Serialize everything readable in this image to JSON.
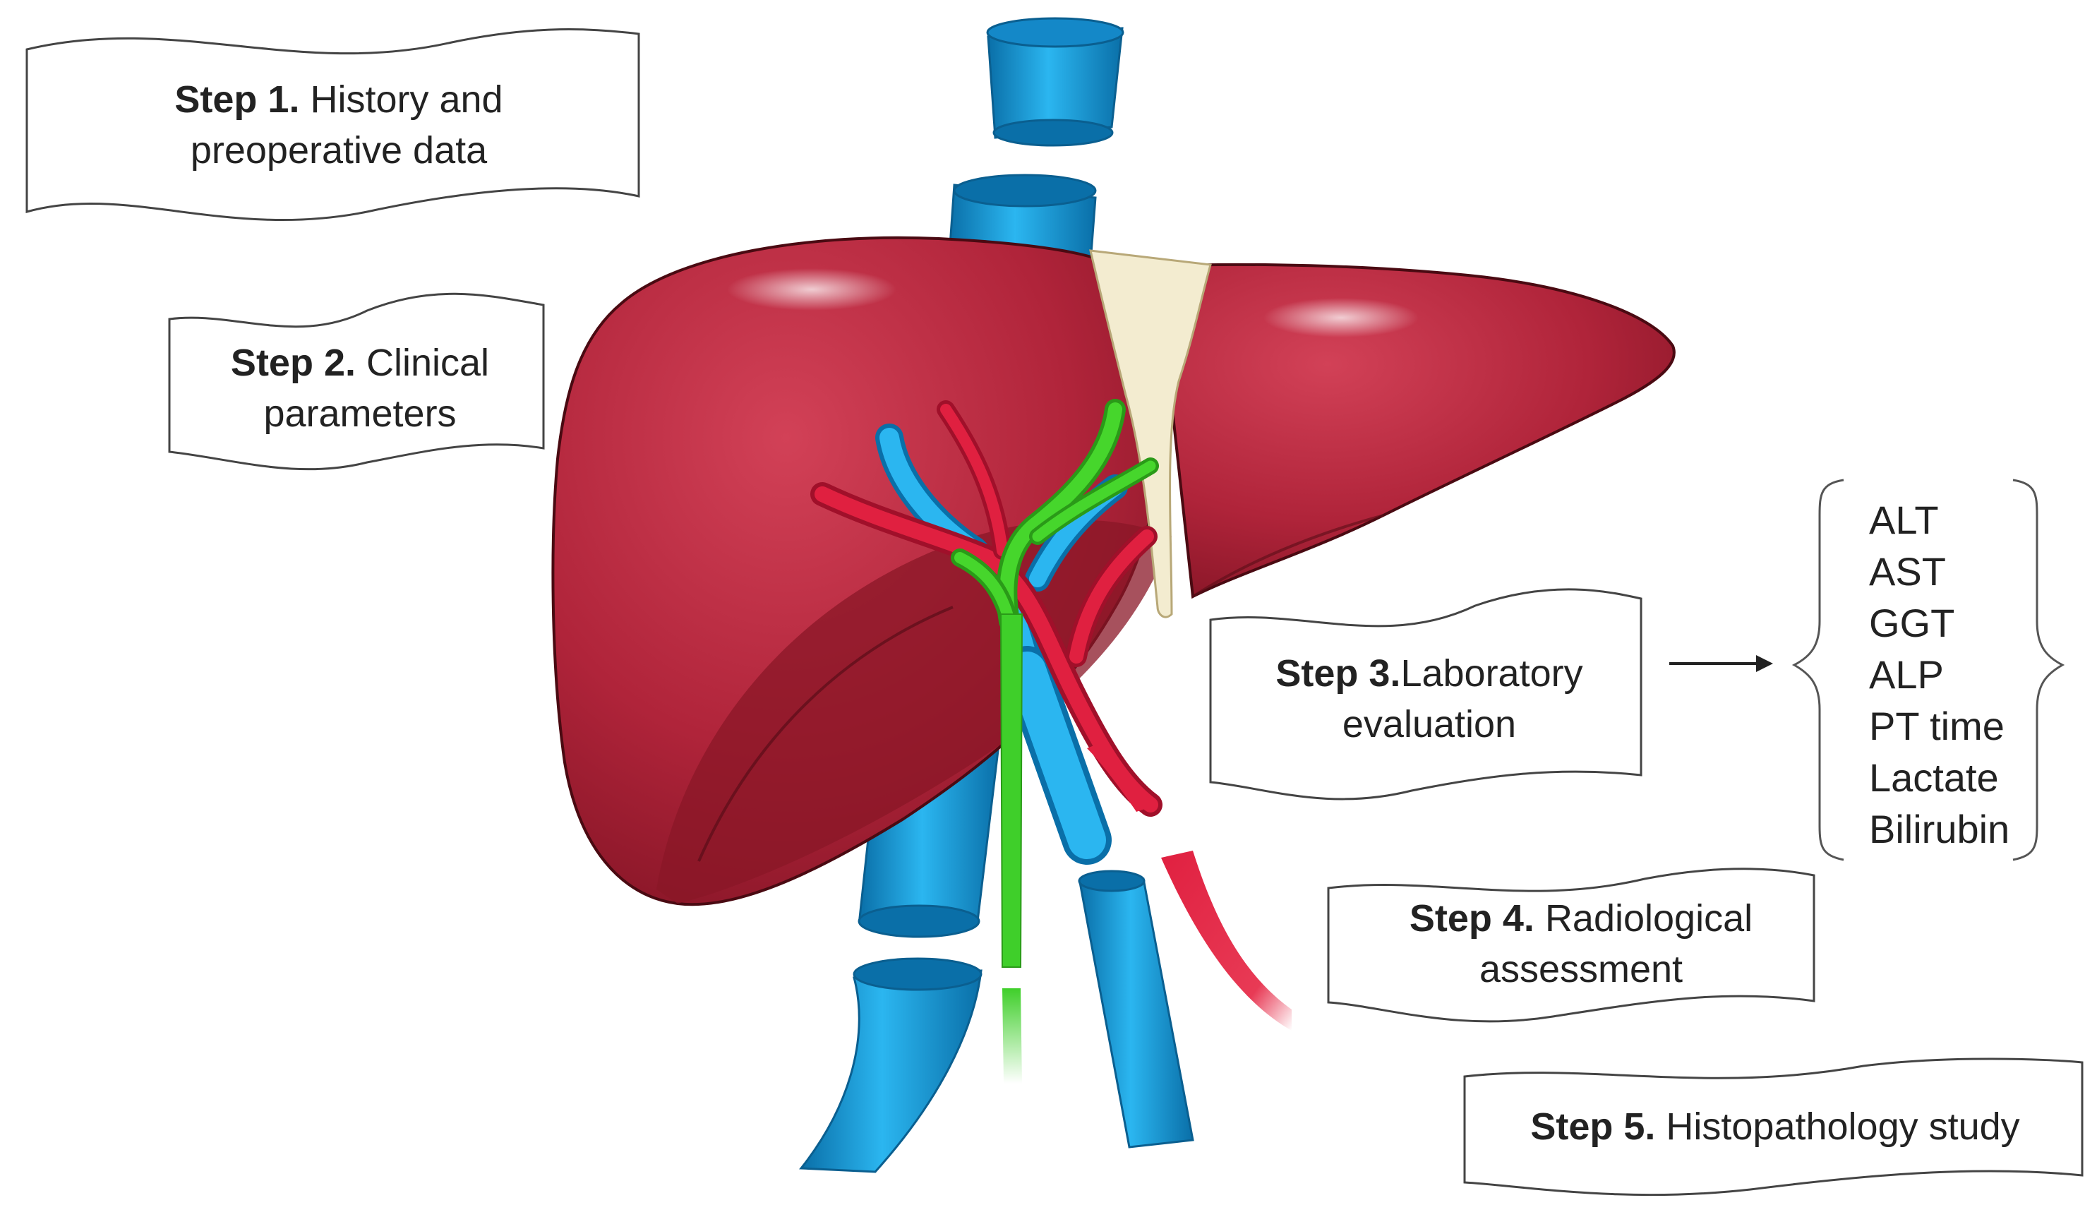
{
  "steps": [
    {
      "label": "Step 1.",
      "text": "History and preoperative data"
    },
    {
      "label": "Step 2.",
      "text": "Clinical parameters"
    },
    {
      "label": "Step 3.",
      "text": "Laboratory evaluation"
    },
    {
      "label": "Step 4.",
      "text": "Radiological assessment"
    },
    {
      "label": "Step 5.",
      "text": "Histopathology study"
    }
  ],
  "lab_tests": [
    "ALT",
    "AST",
    "GGT",
    "ALP",
    "PT time",
    "Lactate",
    "Bilirubin"
  ],
  "colors": {
    "liver": "#b0243a",
    "liver_dark": "#8a1727",
    "vein": "#1aa3e0",
    "vein_dark": "#0a6fa8",
    "artery": "#e02040",
    "bile": "#3fcf2a",
    "ligament": "#f3ecd0"
  }
}
